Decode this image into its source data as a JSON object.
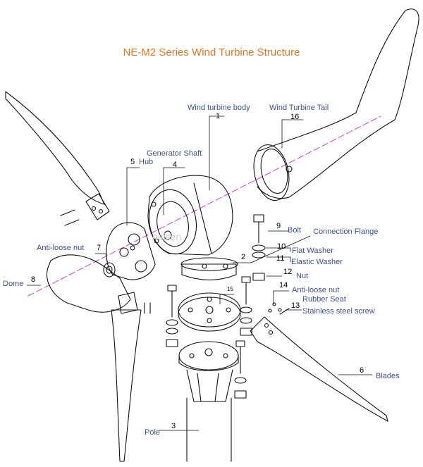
{
  "title": "NE-M2 Series Wind Turbine Structure",
  "watermark": "naisen",
  "colors": {
    "title": "#e8731c",
    "label": "#3f4f8c",
    "number": "#000000",
    "line": "#111111",
    "axis": "#d43fd6"
  },
  "parts": [
    {
      "number": "1",
      "label": "Wind turbine body"
    },
    {
      "number": "2",
      "label": "Connection Flange"
    },
    {
      "number": "3",
      "label": "Pole"
    },
    {
      "number": "4",
      "label": "Generator Shaft"
    },
    {
      "number": "5",
      "label": "Hub"
    },
    {
      "number": "6",
      "label": "Blades"
    },
    {
      "number": "7",
      "label": "Anti-loose nut"
    },
    {
      "number": "8",
      "label": "Dome"
    },
    {
      "number": "9",
      "label": "Bolt"
    },
    {
      "number": "10",
      "label": "Flat Washer"
    },
    {
      "number": "11",
      "label": "Elastic Washer"
    },
    {
      "number": "12",
      "label": "Nut"
    },
    {
      "number": "13",
      "label": "Stainless steel screw"
    },
    {
      "number": "14",
      "label": "Anti-loose nut"
    },
    {
      "number": "15",
      "label": "Rubber Seat"
    },
    {
      "number": "16",
      "label": "Wind Turbine Tail"
    }
  ]
}
